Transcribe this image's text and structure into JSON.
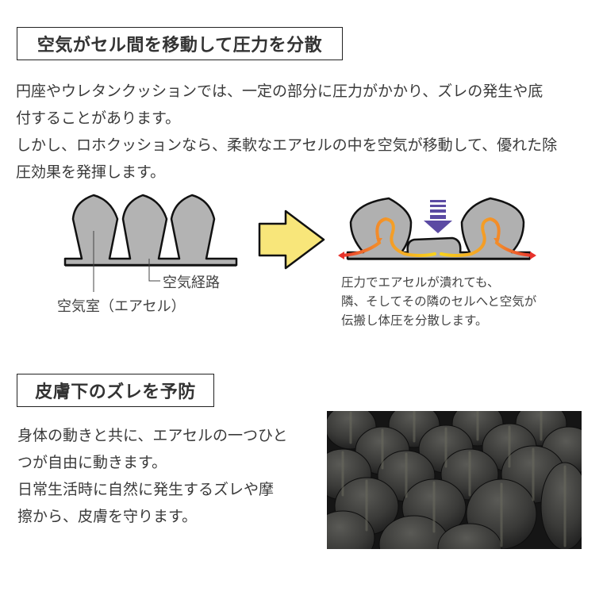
{
  "section1": {
    "heading": "空気がセル間を移動して圧力を分散",
    "paragraph_lines": [
      "円座やウレタンクッションでは、一定の部分に圧力がかかり、ズレの発生や底",
      "付することがあります。",
      "しかし、ロホクッションなら、柔軟なエアセルの中を空気が移動して、優れた除",
      "圧効果を発揮します。"
    ],
    "diagram_left": {
      "label_air_path": "空気経路",
      "label_air_cell": "空気室（エアセル）",
      "cell_fill": "#b3b3b3",
      "outline": "#111111"
    },
    "transition_arrow": {
      "fill": "#f8e67a",
      "outline": "#111111",
      "icon": "right-arrow-icon"
    },
    "diagram_right": {
      "pressure_arrow_color": "#5b4aa3",
      "flow_colors": [
        "#e8322c",
        "#f2872a",
        "#f8d21c"
      ],
      "caption_lines": [
        "圧力でエアセルが潰れても、",
        "隣、そしてその隣のセルへと空気が",
        "伝搬し体圧を分散します。"
      ]
    }
  },
  "section2": {
    "heading": "皮膚下のズレを予防",
    "paragraph_lines": [
      "身体の動きと共に、エアセルの一つひと",
      "つが自由に動きます。",
      "日常生活時に自然に発生するズレや摩",
      "擦から、皮膚を守ります。"
    ],
    "photo": {
      "subject": "air-cell-cushion-closeup",
      "tone": "#2a2a2a"
    }
  }
}
